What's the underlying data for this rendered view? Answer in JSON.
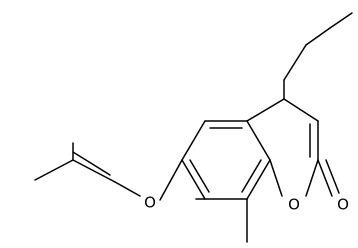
{
  "diagram": {
    "type": "skeletal-structure",
    "atoms": {
      "ring_oxygen": "O",
      "carbonyl_oxygen": "O",
      "ether_oxygen": "O"
    },
    "colors": {
      "bond": "#000000",
      "background": "#ffffff"
    }
  }
}
